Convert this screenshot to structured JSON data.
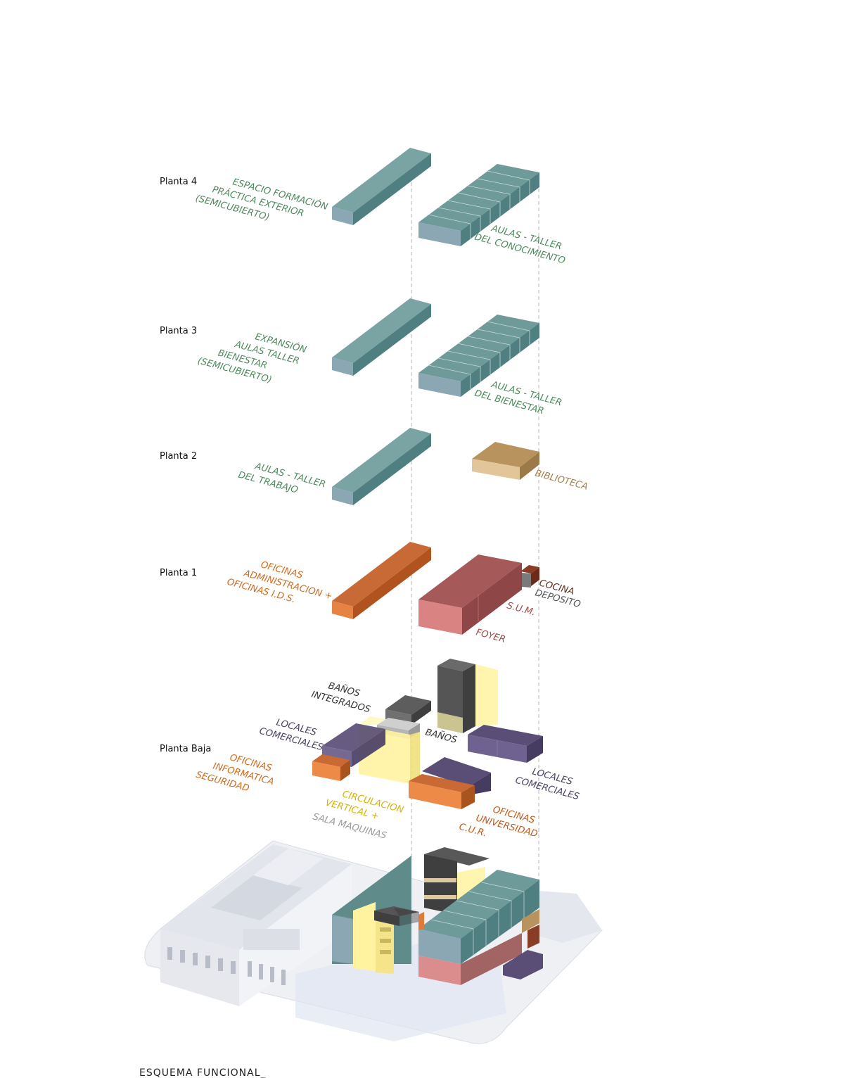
{
  "colors": {
    "teal": "#5b8b8a",
    "teal_dark": "#466f70",
    "blue_grey": "#8aa7b3",
    "orange": "#e07a3a",
    "rust": "#b65a2b",
    "maroon": "#9a5553",
    "pink": "#d98383",
    "tan": "#b88f5e",
    "yellow": "#fff3a0",
    "purple": "#5a4d76",
    "charcoal": "#4f4f4f",
    "grey": "#a9a9a9",
    "label_green": "#4d8a5c",
    "label_orange": "#d46a1d",
    "label_purple": "#4a4060",
    "label_maroon": "#a04848",
    "label_tan": "#a57f4a",
    "label_yellow": "#d4b400"
  },
  "floors": [
    {
      "id": "planta-4",
      "title": "Planta 4"
    },
    {
      "id": "planta-3",
      "title": "Planta 3"
    },
    {
      "id": "planta-2",
      "title": "Planta 2"
    },
    {
      "id": "planta-1",
      "title": "Planta 1"
    },
    {
      "id": "planta-baja",
      "title": "Planta Baja"
    }
  ],
  "labels": {
    "p4_left": [
      "ESPACIO FORMACIÓN",
      "PRÁCTICA EXTERIOR",
      "(SEMICUBIERTO)"
    ],
    "p4_right": [
      "AULAS - TALLER",
      "DEL CONOCIMIENTO"
    ],
    "p3_left": [
      "EXPANSIÓN",
      "AULAS TALLER",
      "BIENESTAR",
      "(SEMICUBIERTO)"
    ],
    "p3_right": [
      "AULAS - TALLER",
      "DEL BIENESTAR"
    ],
    "p2_left": [
      "AULAS - TALLER",
      "DEL TRABAJO"
    ],
    "p2_right": [
      "BIBLIOTECA"
    ],
    "p1_left": [
      "OFICINAS",
      "ADMINISTRACION +",
      "OFICINAS I.D.S."
    ],
    "p1_cocina": "COCINA",
    "p1_deposito": "DEPOSITO",
    "p1_sum": "S.U.M.",
    "p1_foyer": "FOYER",
    "pb_banos_integrados": [
      "BAÑOS",
      "INTEGRADOS"
    ],
    "pb_banos": "BAÑOS",
    "pb_locales_left": [
      "LOCALES",
      "COMERCIALES"
    ],
    "pb_oficinas_left": [
      "OFICINAS",
      "INFORMATICA",
      "SEGURIDAD"
    ],
    "pb_circulacion": [
      "CIRCULACION",
      "VERTICAL +"
    ],
    "pb_sala": "SALA MAQUINAS",
    "pb_locales_right": [
      "LOCALES",
      "COMERCIALES"
    ],
    "pb_oficinas_right": [
      "OFICINAS",
      "UNIVERSIDAD",
      "C.U.R."
    ]
  },
  "footer": "ESQUEMA FUNCIONAL_"
}
